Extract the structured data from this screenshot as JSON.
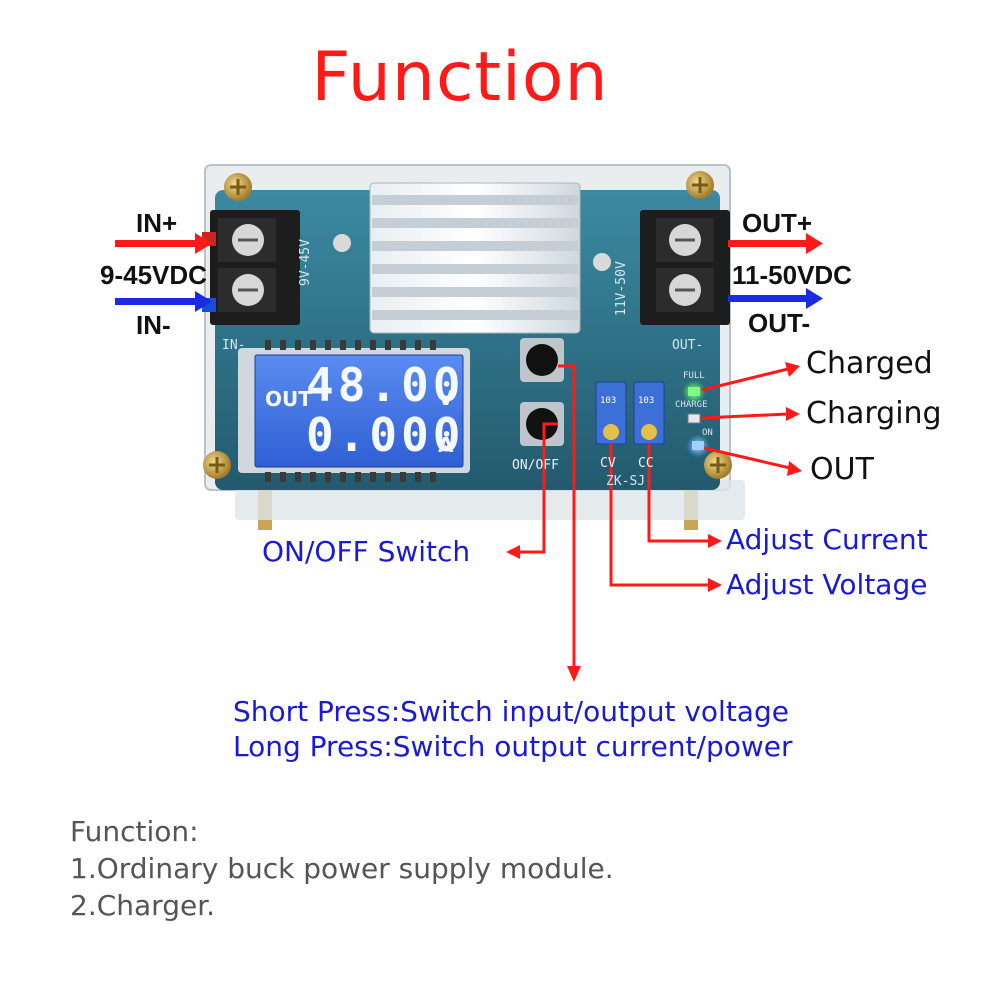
{
  "title": "Function",
  "input": {
    "plus_label": "IN+",
    "minus_label": "IN-",
    "range": "9-45VDC"
  },
  "output": {
    "plus_label": "OUT+",
    "minus_label": "OUT-",
    "range": "11-50VDC"
  },
  "lcd": {
    "mode": "OUT",
    "voltage": "48.00",
    "voltage_unit": "V",
    "current": "0.000",
    "current_unit": "A"
  },
  "board": {
    "in_marking": "IN-",
    "out_marking": "OUT-",
    "onoff_marking": "ON/OFF",
    "cv_marking": "CV",
    "cc_marking": "CC",
    "model_marking": "ZK-SJ",
    "left_range_marking": "9V-45V",
    "right_range_marking": "11V-50V",
    "full_marking": "FULL",
    "charge_marking": "CHARGE",
    "on_marking": "ON",
    "pot_marking": "103"
  },
  "callouts": {
    "charged": "Charged",
    "charging": "Charging",
    "out": "OUT",
    "onoff_switch": "ON/OFF Switch",
    "adjust_current": "Adjust Current",
    "adjust_voltage": "Adjust Voltage",
    "short_press": "Short Press:Switch input/output voltage",
    "long_press": "Long Press:Switch output current/power"
  },
  "description": {
    "heading": "Function:",
    "line1": "1.Ordinary buck power supply module.",
    "line2": "2.Charger."
  },
  "colors": {
    "title_red": "#ff1a1a",
    "arrow_red": "#ff1a1a",
    "arrow_blue": "#1a2ae6",
    "callout_blue": "#1a1ad6",
    "pcb_blue": "#2e6f87",
    "lcd_blue": "#3c6fe0",
    "led_green": "#3cff3c",
    "led_blue": "#4aa8ff"
  }
}
